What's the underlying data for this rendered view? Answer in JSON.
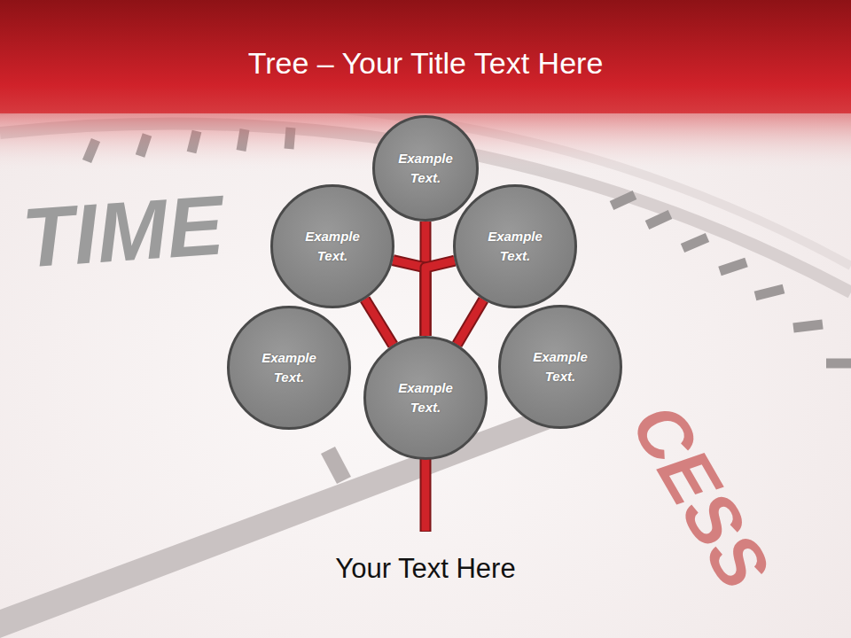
{
  "diagram": {
    "title": "Tree – Your Title Text Here",
    "caption": "Your Text Here",
    "nodes": [
      {
        "text": [
          "Example Text."
        ]
      },
      {
        "text": [
          "Example Text."
        ]
      },
      {
        "text": [
          "Example Text."
        ]
      },
      {
        "text": [
          "Example Text."
        ]
      },
      {
        "text": [
          "Example Text."
        ]
      },
      {
        "text": [
          "Example Text."
        ]
      }
    ],
    "edges": [
      {
        "from": 4,
        "to": 0,
        "arrow": "none"
      },
      {
        "from": 4,
        "to": 1,
        "arrow": "none"
      },
      {
        "from": 4,
        "to": 2,
        "arrow": "none"
      },
      {
        "from": 4,
        "to": 1,
        "arrow": "none"
      },
      {
        "from": 4,
        "to": 2,
        "arrow": "none"
      }
    ],
    "labels": [
      "TIME",
      "CESS"
    ]
  }
}
